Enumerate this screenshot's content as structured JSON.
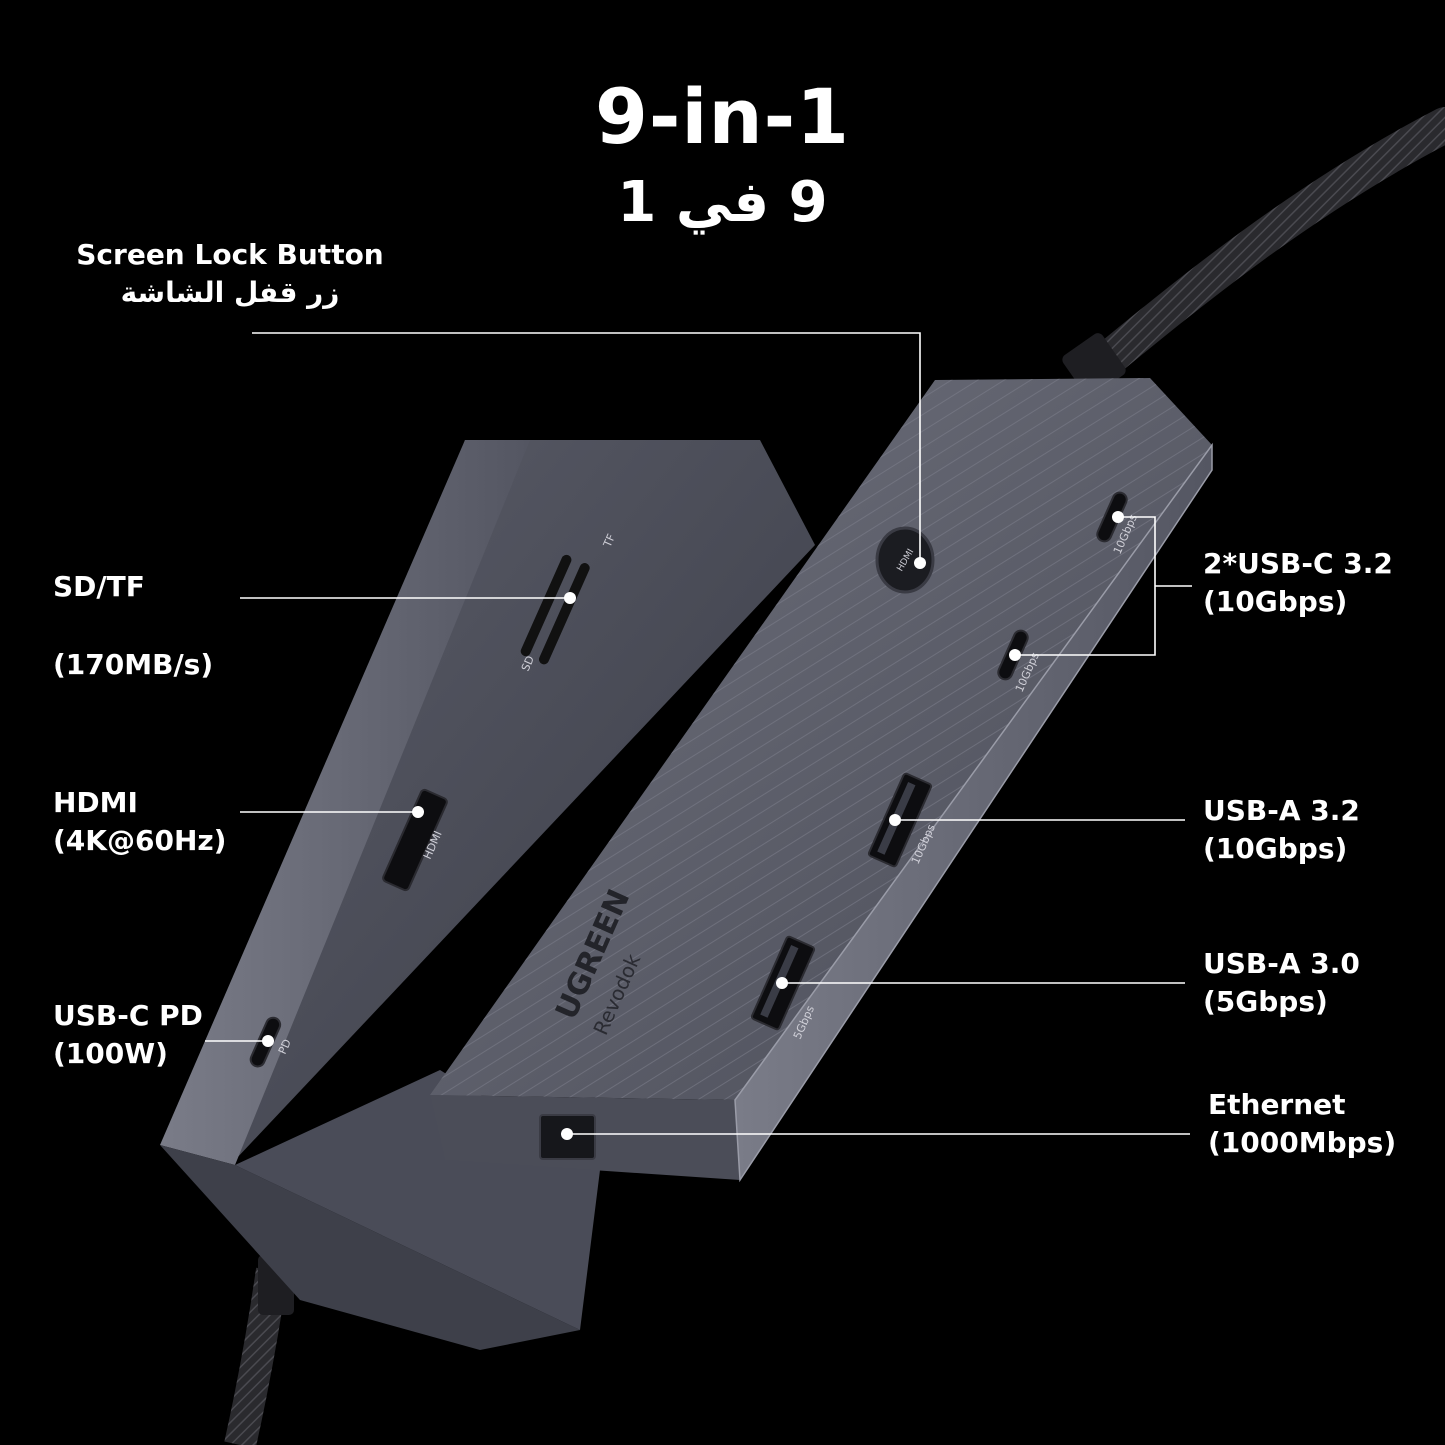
{
  "header": {
    "title": "9-in-1",
    "subtitle": "9 في 1"
  },
  "callouts": {
    "screen_lock": {
      "en": "Screen Lock Button",
      "ar": "زر قفل الشاشة"
    },
    "sd_tf": {
      "name": "SD/TF",
      "speed": "(170MB/s)"
    },
    "hdmi": {
      "name": "HDMI",
      "spec": "(4K@60Hz)"
    },
    "usbc_pd": {
      "name": "USB-C PD",
      "spec": "(100W)"
    },
    "usbc_32": {
      "name": "2*USB-C 3.2",
      "spec": "(10Gbps)"
    },
    "usba_32": {
      "name": "USB-A 3.2",
      "spec": "(10Gbps)"
    },
    "usba_30": {
      "name": "USB-A 3.0",
      "spec": "(5Gbps)"
    },
    "ethernet": {
      "name": "Ethernet",
      "spec": "(1000Mbps)"
    }
  },
  "device": {
    "brand": "UGREEN",
    "model": "Revodok",
    "port_marks": {
      "lock": "HDMI",
      "tf": "TF",
      "sd": "SD",
      "hdmi": "HDMI",
      "pd": "PD",
      "c1": "10Gbps",
      "c2": "10Gbps",
      "a1": "10Gbps",
      "a2": "5Gbps"
    }
  },
  "colors": {
    "background": "#000000",
    "text": "#ffffff",
    "housing": "#5d5f6b",
    "housing_edge": "#9a9ca8"
  }
}
